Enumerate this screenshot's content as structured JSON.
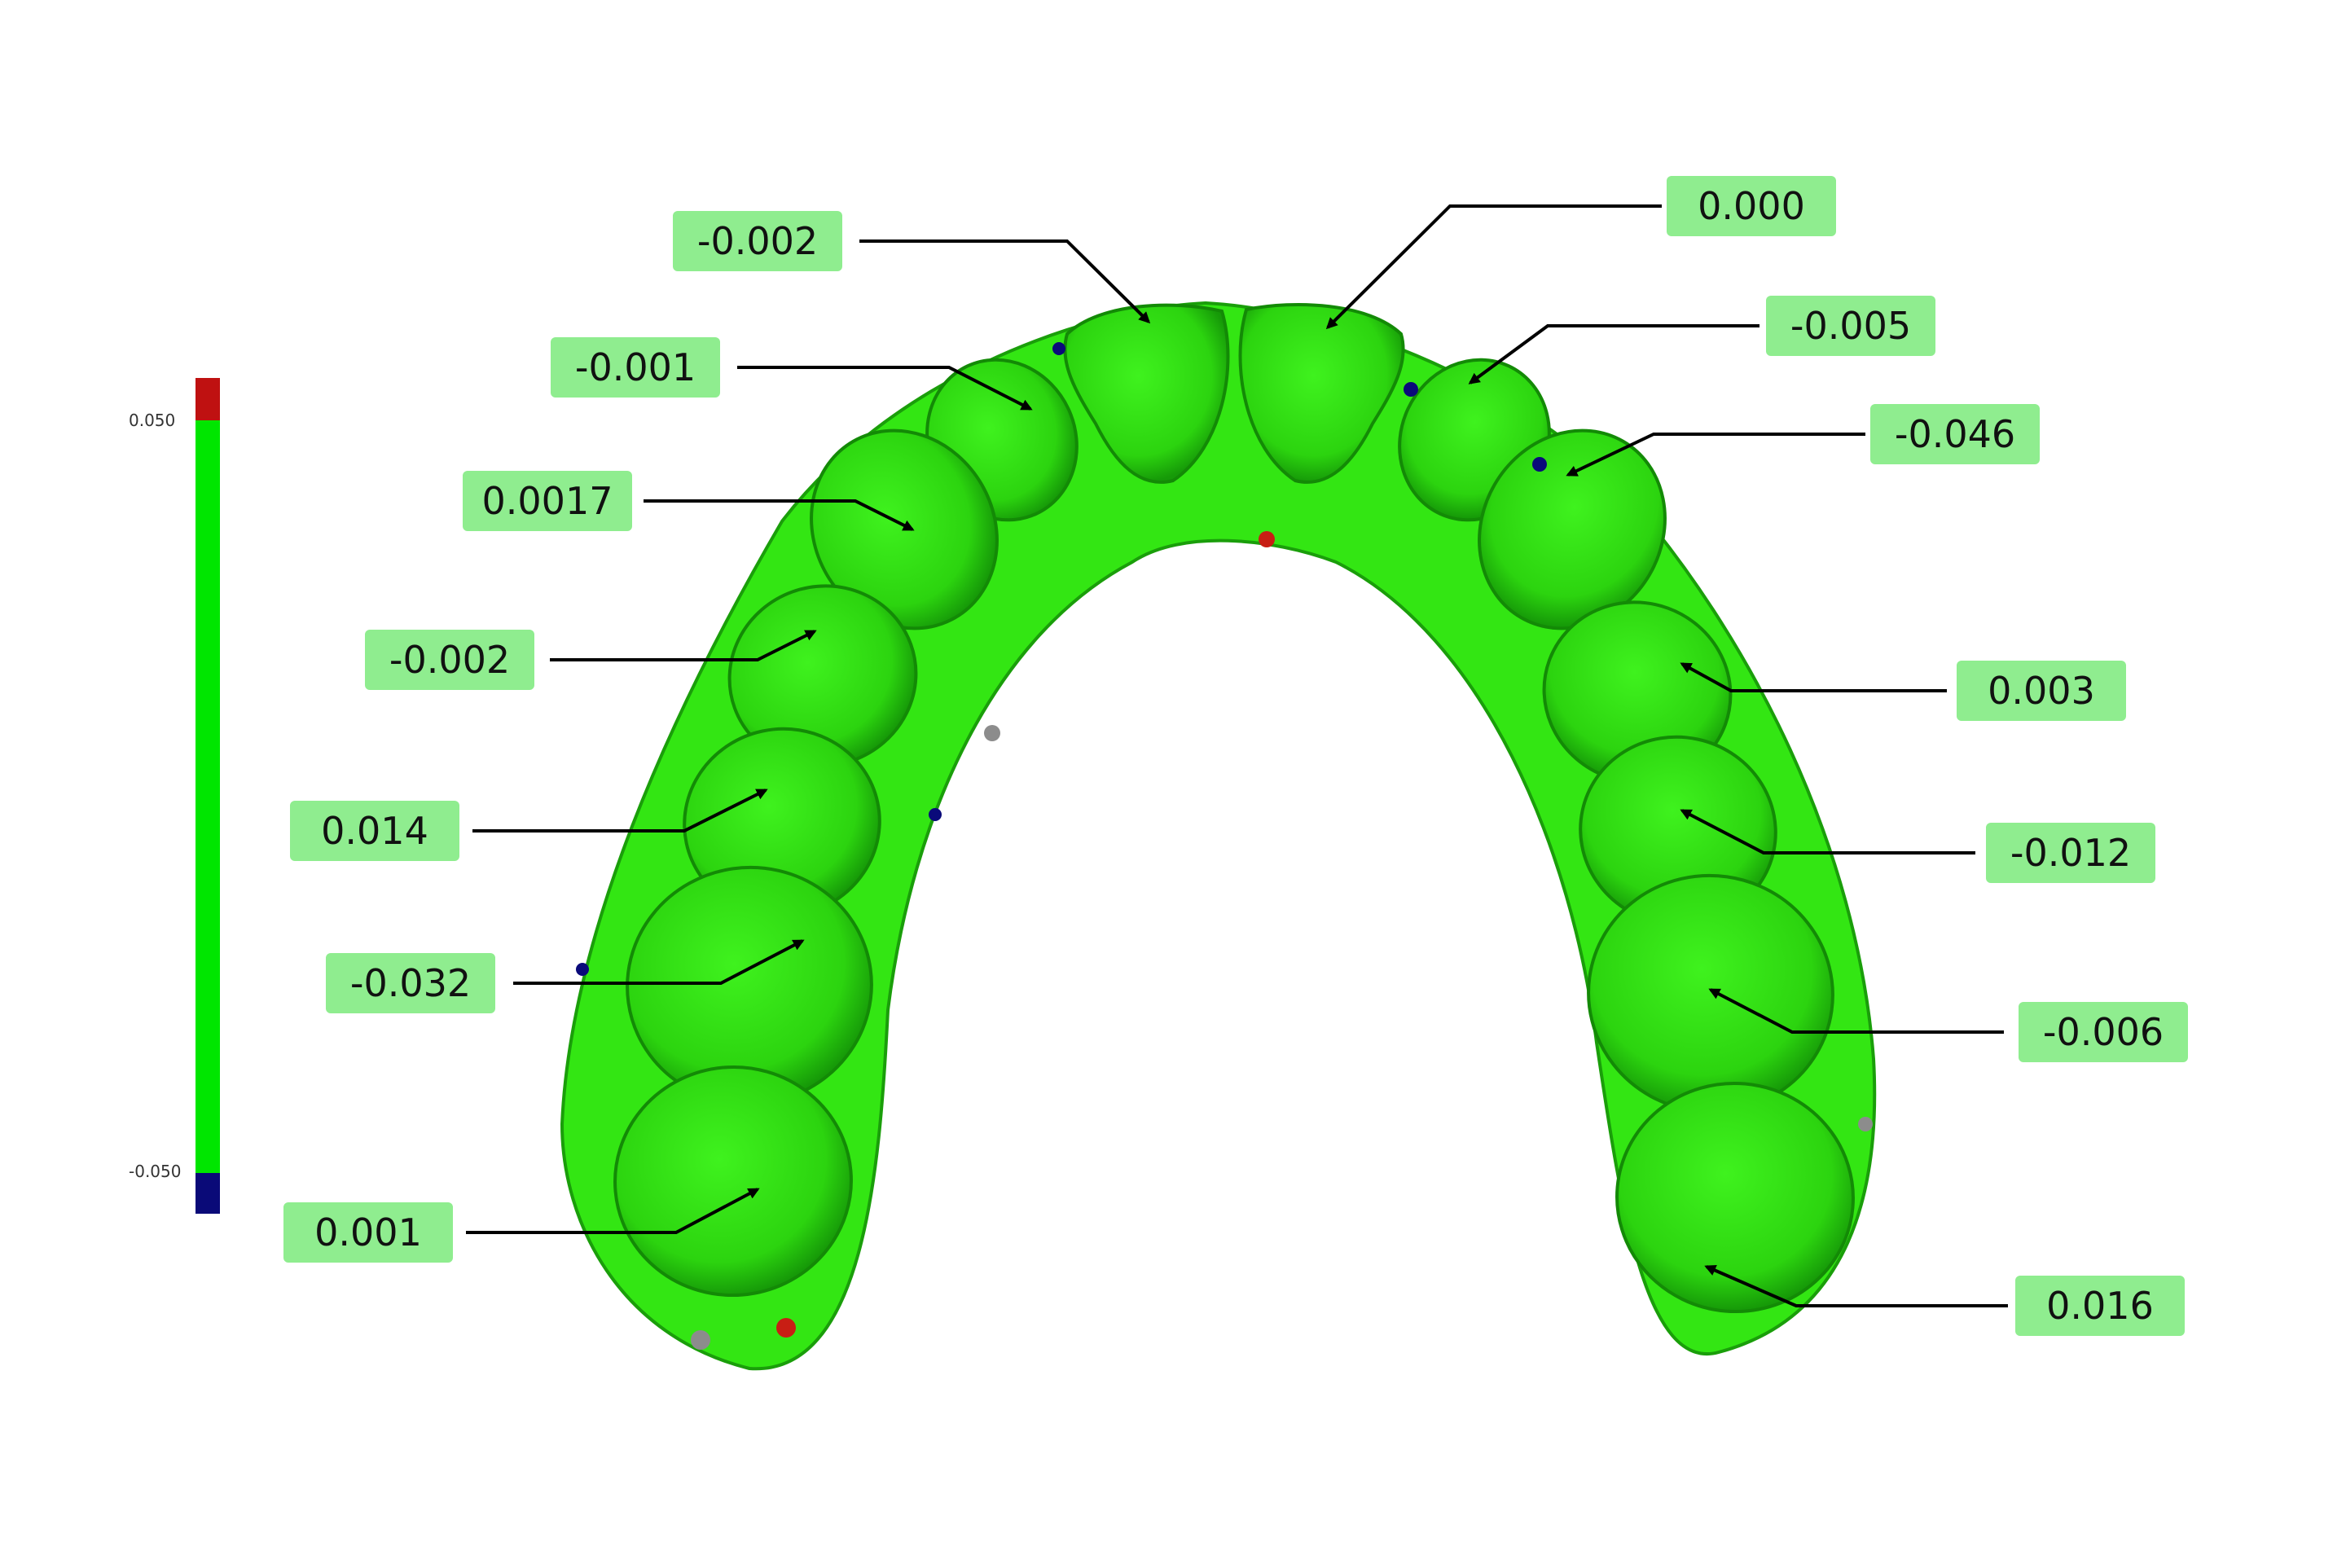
{
  "scale": {
    "max_label": "0.050",
    "min_label": "-0.050",
    "colors": {
      "above": "#bf1111",
      "within": "#00e600",
      "below": "#0a0a78"
    }
  },
  "model": {
    "fill": "#33e613",
    "outline": "#1a9e0a",
    "artifact_colors": [
      "#8c8c8c",
      "#c81e14",
      "#0a0a7a"
    ]
  },
  "annotations": [
    {
      "id": "tooth-left-central",
      "value": "-0.002"
    },
    {
      "id": "tooth-right-central",
      "value": "0.000"
    },
    {
      "id": "tooth-right-lateral",
      "value": "-0.005"
    },
    {
      "id": "tooth-left-lateral",
      "value": "-0.001"
    },
    {
      "id": "tooth-right-canine",
      "value": "-0.046"
    },
    {
      "id": "tooth-left-canine",
      "value": "0.0017"
    },
    {
      "id": "tooth-left-premolar-1",
      "value": "-0.002"
    },
    {
      "id": "tooth-right-premolar-1",
      "value": "0.003"
    },
    {
      "id": "tooth-left-premolar-2",
      "value": "0.014"
    },
    {
      "id": "tooth-right-premolar-2",
      "value": "-0.012"
    },
    {
      "id": "tooth-left-molar-1",
      "value": "-0.032"
    },
    {
      "id": "tooth-right-molar-1",
      "value": "-0.006"
    },
    {
      "id": "tooth-left-molar-2",
      "value": "0.001"
    },
    {
      "id": "tooth-right-molar-2",
      "value": "0.016"
    }
  ]
}
